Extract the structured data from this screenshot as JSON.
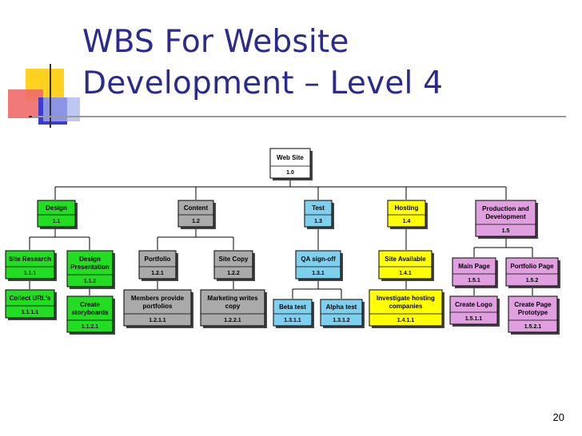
{
  "slide": {
    "title_line1": "WBS For Website",
    "title_line2": "Development – Level 4",
    "slide_number": "20"
  },
  "colors": {
    "green": "#22dd22",
    "gray": "#aaaaaa",
    "blue": "#7fd0ee",
    "yellow": "#ffff00",
    "pink": "#e0a0e0",
    "title": "#2b2b8f"
  },
  "wbs": {
    "root": {
      "label": "Web Site",
      "code": "1.0"
    },
    "design": {
      "label": "Design",
      "code": "1.1"
    },
    "content": {
      "label": "Content",
      "code": "1.2"
    },
    "test": {
      "label": "Test",
      "code": "1.3"
    },
    "hosting": {
      "label": "Hosting",
      "code": "1.4"
    },
    "production": {
      "label1": "Production and",
      "label2": "Development",
      "code": "1.5"
    },
    "site_research": {
      "label": "Site Research",
      "code": "1.1.1"
    },
    "design_presentation": {
      "label1": "Design",
      "label2": "Presentation",
      "code": "1.1.2"
    },
    "collect_urls": {
      "label": "Collect URL's",
      "code": "1.1.1.1"
    },
    "create_storyboards": {
      "label1": "Create",
      "label2": "storyboards",
      "code": "1.1.2.1"
    },
    "portfolio": {
      "label": "Portfolio",
      "code": "1.2.1"
    },
    "site_copy": {
      "label": "Site Copy",
      "code": "1.2.2"
    },
    "members_provide": {
      "label1": "Members provide",
      "label2": "portfolios",
      "code": "1.2.1.1"
    },
    "marketing_writes": {
      "label1": "Marketing writes",
      "label2": "copy",
      "code": "1.2.2.1"
    },
    "qa_signoff": {
      "label": "QA sign-off",
      "code": "1.3.1"
    },
    "beta_test": {
      "label": "Beta test",
      "code": "1.3.1.1"
    },
    "alpha_test": {
      "label": "Alpha test",
      "code": "1.3.1.2"
    },
    "site_available": {
      "label": "Site Available",
      "code": "1.4.1"
    },
    "investigate_hosting": {
      "label1": "Investigate hosting",
      "label2": "companies",
      "code": "1.4.1.1"
    },
    "main_page": {
      "label": "Main Page",
      "code": "1.5.1"
    },
    "portfolio_page": {
      "label": "Portfolio Page",
      "code": "1.5.2"
    },
    "create_logo": {
      "label": "Create Logo",
      "code": "1.5.1.1"
    },
    "create_page_prototype": {
      "label1": "Create Page",
      "label2": "Prototype",
      "code": "1.5.2.1"
    }
  }
}
